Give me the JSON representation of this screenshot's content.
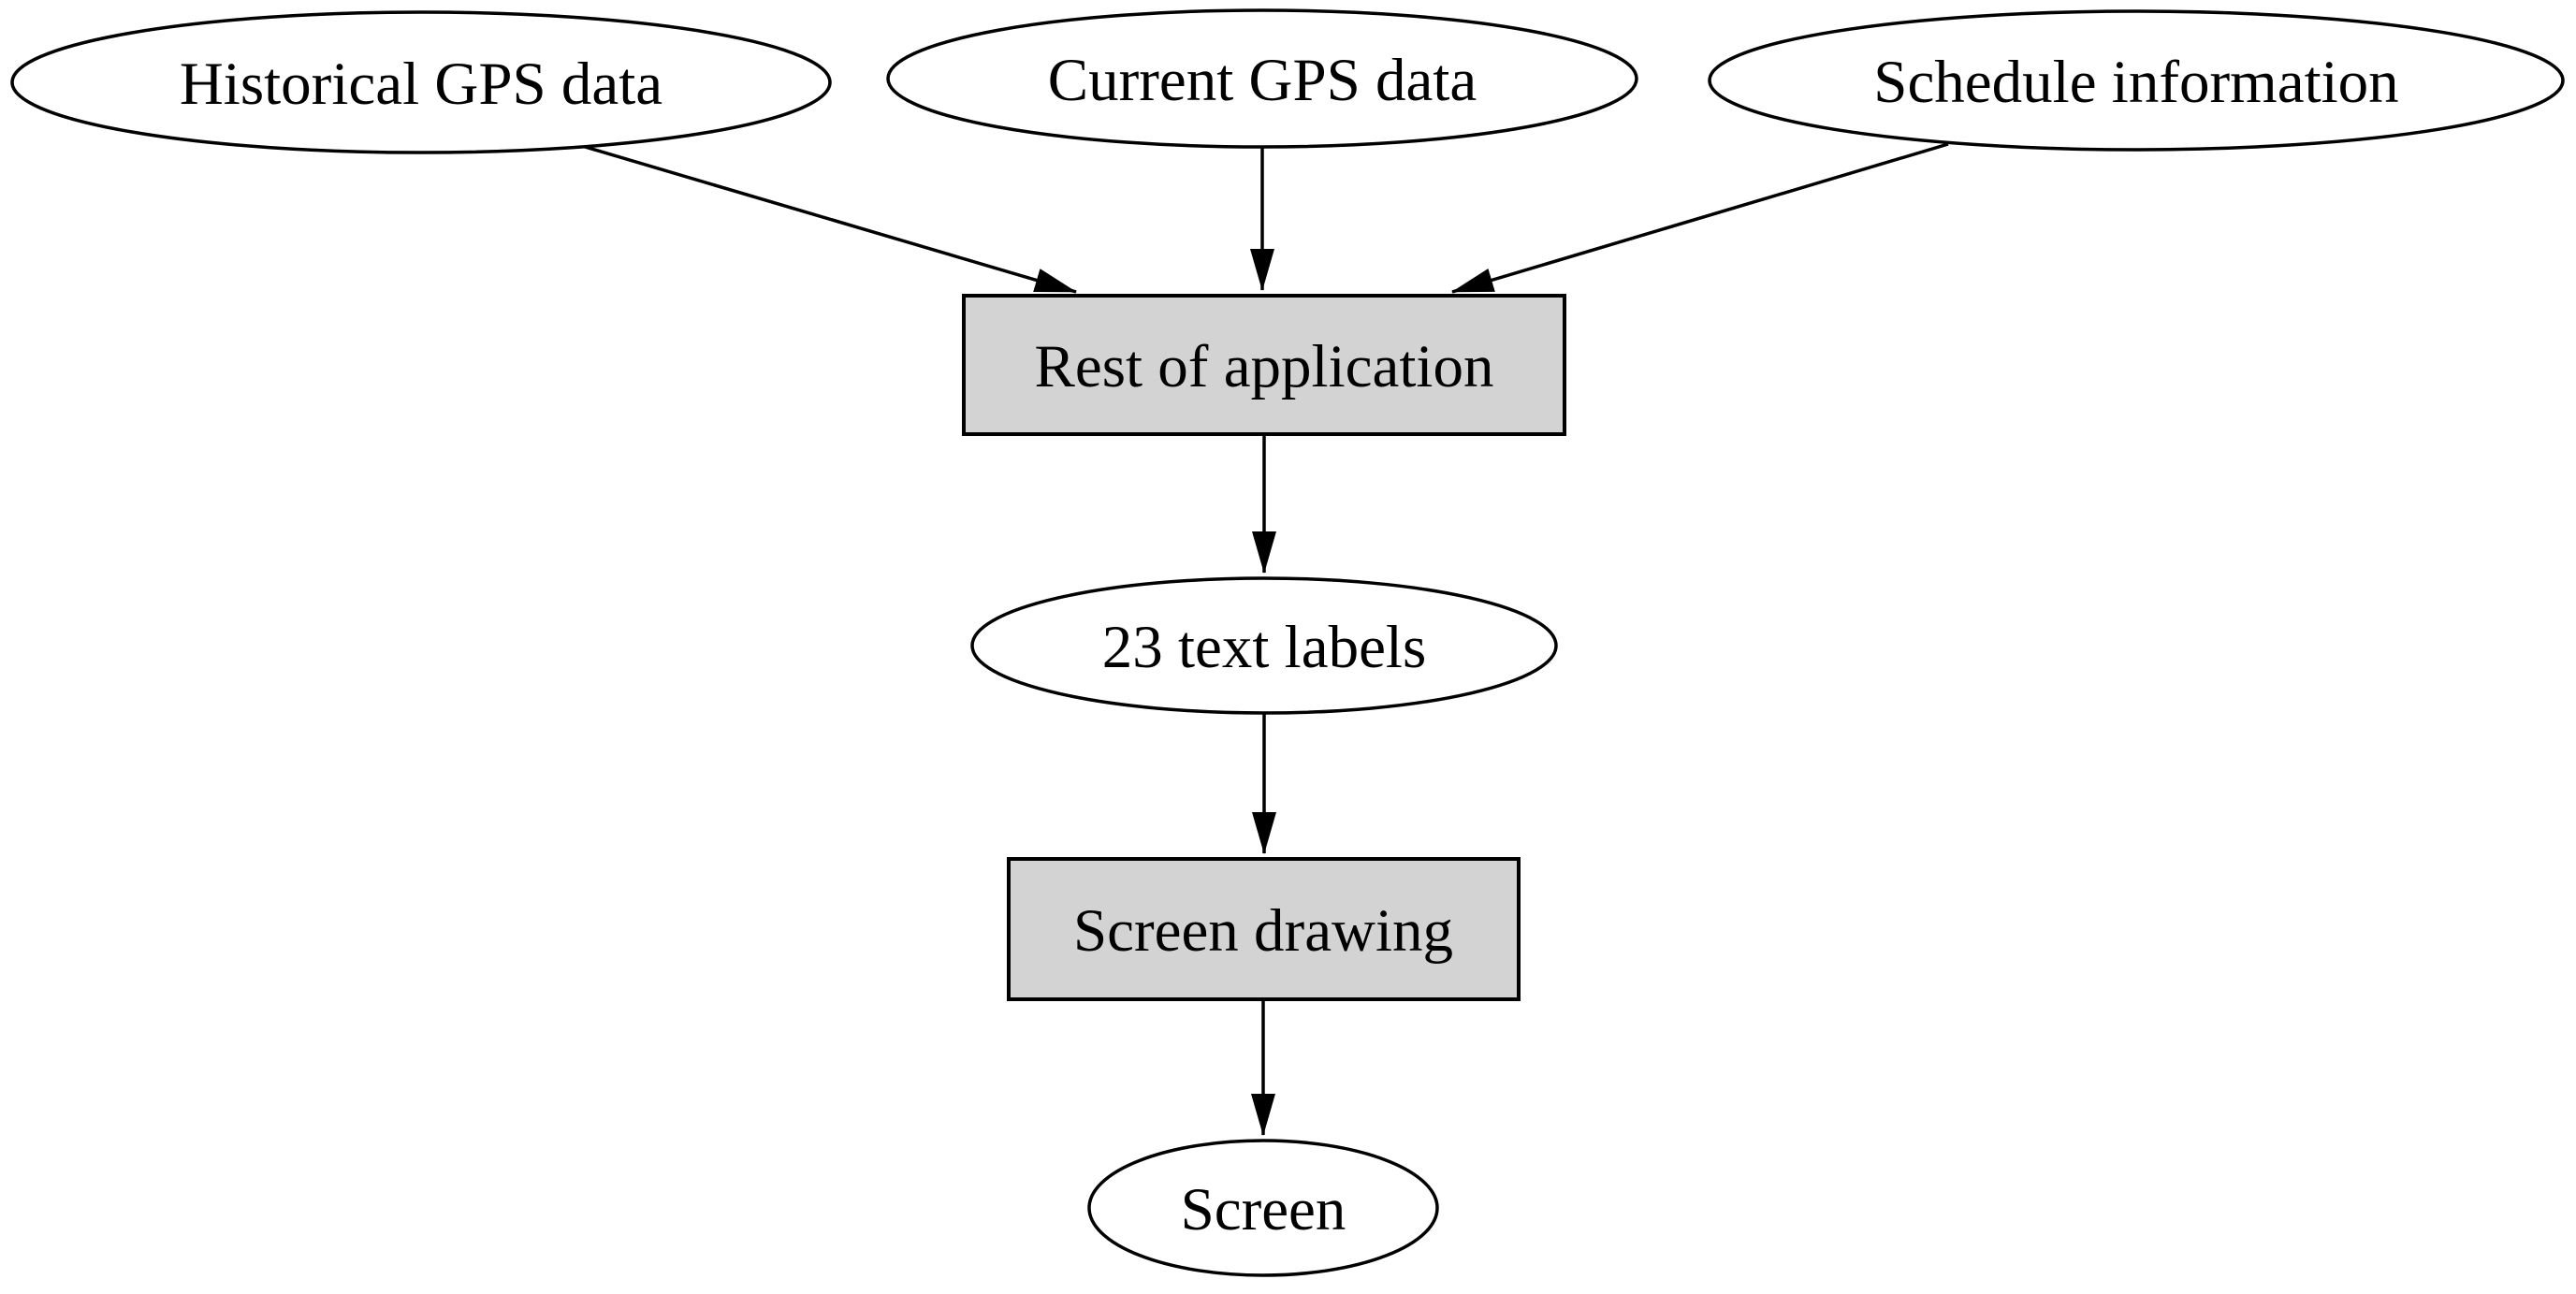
{
  "diagram": {
    "kind": "flowchart",
    "colors": {
      "background": "#ffffff",
      "stroke": "#000000",
      "text": "#000000",
      "ellipse_fill": "#ffffff",
      "box_fill": "#d3d3d3"
    },
    "nodes": {
      "historical": {
        "label": "Historical GPS data",
        "shape": "ellipse"
      },
      "current": {
        "label": "Current GPS data",
        "shape": "ellipse"
      },
      "schedule": {
        "label": "Schedule information",
        "shape": "ellipse"
      },
      "rest": {
        "label": "Rest of application",
        "shape": "box"
      },
      "labels23": {
        "label": "23 text labels",
        "shape": "ellipse"
      },
      "drawing": {
        "label": "Screen drawing",
        "shape": "box"
      },
      "screen": {
        "label": "Screen",
        "shape": "ellipse"
      }
    },
    "edges": [
      {
        "from": "Historical GPS data",
        "to": "Rest of application"
      },
      {
        "from": "Current GPS data",
        "to": "Rest of application"
      },
      {
        "from": "Schedule information",
        "to": "Rest of application"
      },
      {
        "from": "Rest of application",
        "to": "23 text labels"
      },
      {
        "from": "23 text labels",
        "to": "Screen drawing"
      },
      {
        "from": "Screen drawing",
        "to": "Screen"
      }
    ]
  }
}
